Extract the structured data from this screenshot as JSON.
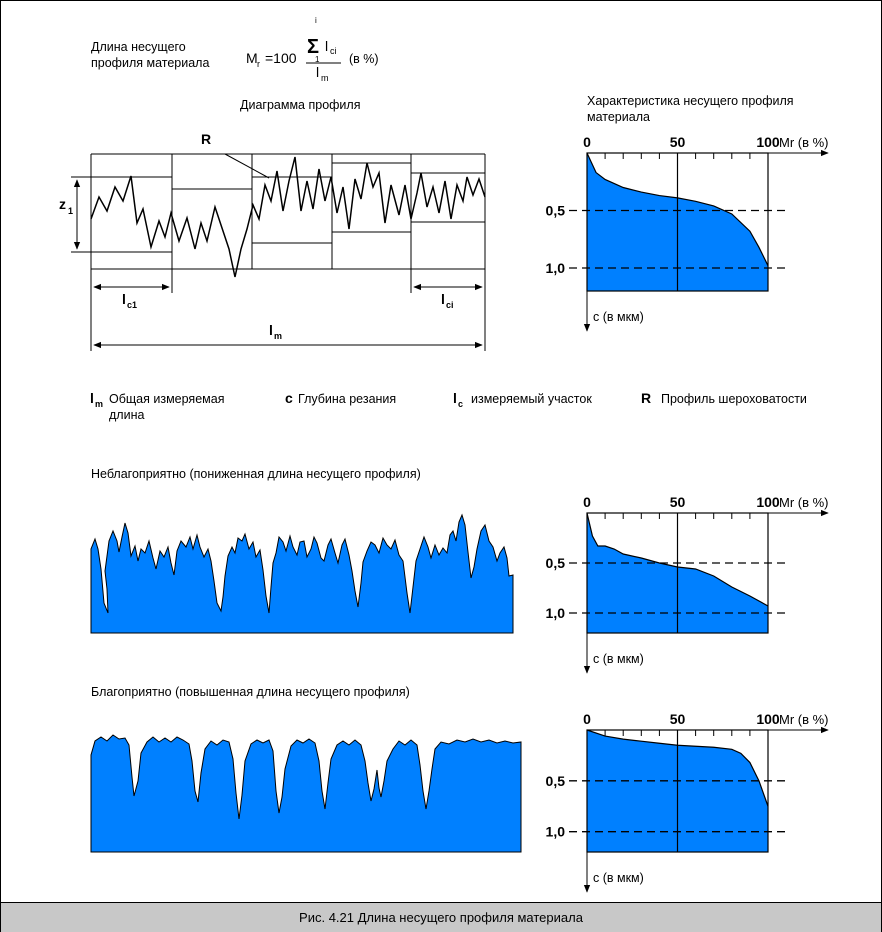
{
  "labels": {
    "bearing_length_l1": "Длина несущего",
    "bearing_length_l2": "профиля материала",
    "formula_prefix": "M",
    "formula_sub_r": "r",
    "formula_eq": "=100",
    "formula_sum": "Σ",
    "formula_sum_top": "i",
    "formula_sum_bottom": "1",
    "formula_num": "l",
    "formula_num_sub": "ci",
    "formula_den": "l",
    "formula_den_sub": "m",
    "formula_unit": "(в %)",
    "profile_diagram_title": "Диаграмма профиля",
    "r_label": "R",
    "z1_label": "z",
    "z1_sub": "1",
    "lc1_label": "l",
    "lc1_sub": "c1",
    "lci_label": "l",
    "lci_sub": "ci",
    "lm_label": "l",
    "lm_sub": "m",
    "char_title_l1": "Характеристика несущего профиля",
    "char_title_l2": "материала",
    "unfavorable_title": "Неблагоприятно (пониженная длина несущего профиля)",
    "favorable_title": "Благоприятно (повышенная длина несущего профиля)"
  },
  "legend": {
    "lm_symbol": "l",
    "lm_sub": "m",
    "lm_text_l1": "Общая измеряемая",
    "lm_text_l2": "длина",
    "c_symbol": "c",
    "c_text": "Глубина резания",
    "lc_symbol": "l",
    "lc_sub": "c",
    "lc_text": "измеряемый участок",
    "r_symbol": "R",
    "r_text": "Профиль шероховатости"
  },
  "axes": {
    "x_ticks": [
      "0",
      "50",
      "100"
    ],
    "x_label": "Mr (в %)",
    "y_ticks": [
      "0,5",
      "1,0"
    ],
    "y_label": "c (в мкм)"
  },
  "colors": {
    "fill": "#0080ff",
    "stroke": "#000000",
    "caption_bg": "#c8c8c8"
  },
  "chart_data": [
    {
      "type": "area",
      "title": "Характеристика несущего профиля материала",
      "xlabel": "Mr (в %)",
      "ylabel": "c (в мкм)",
      "xlim": [
        0,
        100
      ],
      "ylim": [
        0,
        1.2
      ],
      "y_inverted": true,
      "y_ticks": [
        0.5,
        1.0
      ],
      "dashed_levels": [
        0.5,
        1.0
      ],
      "x": [
        0,
        5,
        10,
        20,
        30,
        40,
        50,
        60,
        70,
        80,
        90,
        95,
        100
      ],
      "y": [
        0.0,
        0.17,
        0.23,
        0.3,
        0.34,
        0.37,
        0.39,
        0.42,
        0.46,
        0.53,
        0.68,
        0.82,
        0.98
      ]
    },
    {
      "type": "area",
      "title": "Неблагоприятно (пониженная длина несущего профиля)",
      "xlabel": "Mr (в %)",
      "ylabel": "c (в мкм)",
      "xlim": [
        0,
        100
      ],
      "ylim": [
        0,
        1.2
      ],
      "y_inverted": true,
      "y_ticks": [
        0.5,
        1.0
      ],
      "dashed_levels": [
        0.5,
        1.0
      ],
      "x": [
        0,
        3,
        6,
        10,
        15,
        20,
        30,
        40,
        50,
        60,
        70,
        80,
        90,
        100
      ],
      "y": [
        0.0,
        0.23,
        0.33,
        0.33,
        0.36,
        0.41,
        0.45,
        0.5,
        0.54,
        0.56,
        0.63,
        0.74,
        0.83,
        0.93
      ]
    },
    {
      "type": "area",
      "title": "Благоприятно (повышенная длина несущего профиля)",
      "xlabel": "Mr (в %)",
      "ylabel": "c (в мкм)",
      "xlim": [
        0,
        100
      ],
      "ylim": [
        0,
        1.2
      ],
      "y_inverted": true,
      "y_ticks": [
        0.5,
        1.0
      ],
      "dashed_levels": [
        0.5,
        1.0
      ],
      "x": [
        0,
        10,
        20,
        30,
        40,
        50,
        60,
        70,
        80,
        85,
        90,
        95,
        100
      ],
      "y": [
        0.0,
        0.06,
        0.09,
        0.11,
        0.13,
        0.15,
        0.16,
        0.17,
        0.19,
        0.23,
        0.32,
        0.5,
        0.75
      ]
    }
  ],
  "caption": "Рис. 4.21 Длина несущего профиля материала"
}
